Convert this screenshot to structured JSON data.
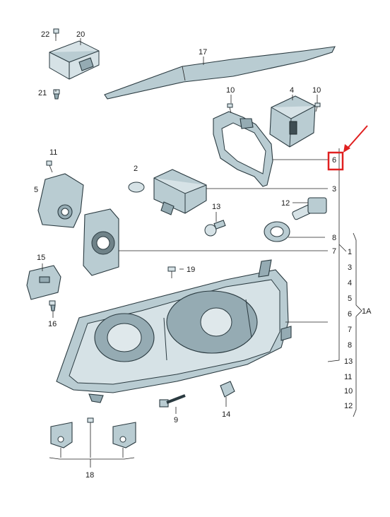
{
  "callouts": {
    "c22": "22",
    "c20": "20",
    "c17": "17",
    "c21": "21",
    "c10a": "10",
    "c4": "4",
    "c10b": "10",
    "c11": "11",
    "c6": "6",
    "c2": "2",
    "c3": "3",
    "c5": "5",
    "c12": "12",
    "c13": "13",
    "c8": "8",
    "c15": "15",
    "c7": "7",
    "c19": "19",
    "c16": "16",
    "c9": "9",
    "c14": "14",
    "c18": "18"
  },
  "group_list": [
    "1",
    "3",
    "4",
    "5",
    "6",
    "7",
    "8",
    "13",
    "11",
    "10",
    "12"
  ],
  "group_label": "1A",
  "highlight": {
    "callout": "6",
    "color": "#e02020"
  }
}
